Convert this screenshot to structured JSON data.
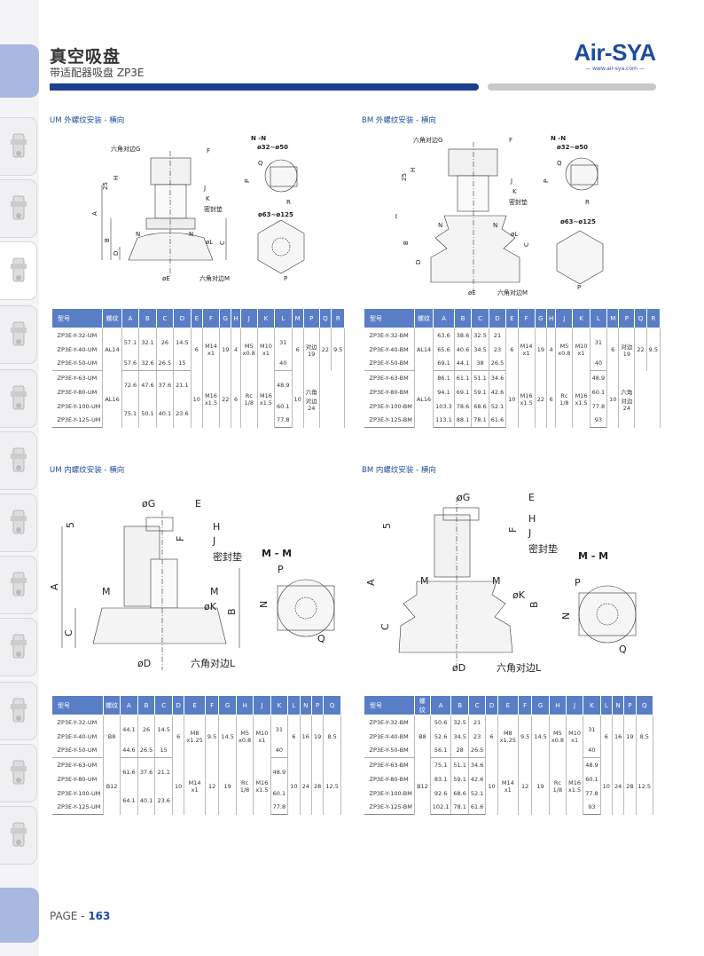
{
  "header": {
    "title": "真空吸盘",
    "subtitle": "带适配器吸盘 ZP3E",
    "logo": "Air-SYA",
    "logo_url": "— www.air-sya.com —"
  },
  "colors": {
    "brand": "#1e4d9b",
    "header_bar": "#1e3f8f",
    "table_header": "#5a7ec6"
  },
  "sidebar_icons": [
    "cylinder-icon",
    "valve-icon",
    "vacuum-pad-icon",
    "fitting-icon",
    "sensor-icon",
    "gripper-icon",
    "ejector-icon",
    "filter-icon",
    "regulator-icon",
    "block-icon",
    "elbow-icon",
    "silencer-icon",
    "manifold-icon"
  ],
  "sections": {
    "um_ext": {
      "title": "UM 外螺纹安装 - 横向"
    },
    "bm_ext": {
      "title": "BM 外螺纹安装 - 横向"
    },
    "um_int": {
      "title": "UM 内螺纹安装 - 横向"
    },
    "bm_int": {
      "title": "BM 内螺纹安装 - 横向"
    }
  },
  "drawing_labels": {
    "hex_g": "六角对边G",
    "f": "F",
    "h": "H",
    "dim25": "25",
    "j": "J",
    "k": "K",
    "seal": "密封垫",
    "a": "A",
    "b": "B",
    "c": "C",
    "d": "D",
    "n": "N",
    "phi_l": "øL",
    "phi_e": "øE",
    "hex_m": "六角对边M",
    "nn": "N -N",
    "range_small": "ø32~ø50",
    "range_large": "ø63~ø125",
    "q": "Q",
    "p": "P",
    "r": "R",
    "phi_g": "øG",
    "e": "E",
    "m": "M",
    "mm": "M - M",
    "phi_k": "øK",
    "phi_d": "øD",
    "hex_l": "六角对边L",
    "dim5": "5"
  },
  "table1": {
    "headers": [
      "型号",
      "螺纹",
      "A",
      "B",
      "C",
      "D",
      "E",
      "F",
      "G",
      "H",
      "J",
      "K",
      "L",
      "M",
      "P",
      "Q",
      "R"
    ],
    "rows": [
      "ZP3E-Y-32-UM",
      "ZP3E-Y-40-UM",
      "ZP3E-Y-50-UM",
      "ZP3E-Y-63-UM",
      "ZP3E-Y-80-UM",
      "ZP3E-Y-100-UM",
      "ZP3E-Y-125-UM"
    ],
    "thread1": "AL14",
    "thread2": "AL16",
    "g1": {
      "abcd1": [
        "57.1",
        "32.1",
        "26",
        "14.5"
      ],
      "abcd3": [
        "57.6",
        "32.6",
        "26.5",
        "15"
      ],
      "e": "6",
      "f": "M14 x1",
      "g": "19",
      "h": "4",
      "j": "M5 x0.8",
      "k": "M10 x1",
      "l1": "31",
      "l3": "40",
      "m": "6",
      "p": "对边 19",
      "q": "22",
      "r": "9.5"
    },
    "g2": {
      "abcd1": [
        "72.6",
        "47.6",
        "37.6",
        "21.1"
      ],
      "abcd3": [
        "75.1",
        "50.1",
        "40.1",
        "23.6"
      ],
      "e": "10",
      "f": "M16 x1.5",
      "g": "22",
      "h": "6",
      "j": "Rc 1/8",
      "k": "M16 x1.5",
      "l": [
        "48.9",
        "60.1",
        "77.8"
      ],
      "m": "10",
      "p": "六角 对边 24"
    }
  },
  "table2": {
    "headers": [
      "型号",
      "螺纹",
      "A",
      "B",
      "C",
      "D",
      "E",
      "F",
      "G",
      "H",
      "J",
      "K",
      "L",
      "M",
      "P",
      "Q",
      "R"
    ],
    "rows": [
      "ZP3E-Y-32-BM",
      "ZP3E-Y-40-BM",
      "ZP3E-Y-50-BM",
      "ZP3E-Y-63-BM",
      "ZP3E-Y-80-BM",
      "ZP3E-Y-100-BM",
      "ZP3E-Y-125-BM"
    ],
    "thread1": "AL14",
    "thread2": "AL16",
    "abcd": [
      [
        "63.6",
        "38.6",
        "32.5",
        "21"
      ],
      [
        "65.6",
        "40.6",
        "34.5",
        "23"
      ],
      [
        "69.1",
        "44.1",
        "38",
        "26.5"
      ],
      [
        "86.1",
        "61.1",
        "51.1",
        "34.6"
      ],
      [
        "94.1",
        "69.1",
        "59.1",
        "42.6"
      ],
      [
        "103.3",
        "78.6",
        "68.6",
        "52.1"
      ],
      [
        "113.1",
        "88.1",
        "78.1",
        "61.6"
      ]
    ],
    "g1": {
      "e": "6",
      "f": "M14 x1",
      "g": "19",
      "h": "4",
      "j": "M5 x0.8",
      "k": "M10 x1",
      "l1": "31",
      "l3": "40",
      "m": "6",
      "p": "对边 19",
      "q": "22",
      "r": "9.5"
    },
    "g2": {
      "e": "10",
      "f": "M16 x1.5",
      "g": "22",
      "h": "6",
      "j": "Rc 1/8",
      "k": "M16 x1.5",
      "l": [
        "48.9",
        "60.1",
        "77.8",
        "93"
      ],
      "m": "10",
      "p": "六角 对边 24"
    }
  },
  "table3": {
    "headers": [
      "型号",
      "螺纹",
      "A",
      "B",
      "C",
      "D",
      "E",
      "F",
      "G",
      "H",
      "J",
      "K",
      "L",
      "N",
      "P",
      "Q"
    ],
    "rows": [
      "ZP3E-Y-32-UM",
      "ZP3E-Y-40-UM",
      "ZP3E-Y-50-UM",
      "ZP3E-Y-63-UM",
      "ZP3E-Y-80-UM",
      "ZP3E-Y-100-UM",
      "ZP3E-Y-125-UM"
    ],
    "thread1": "B8",
    "thread2": "B12",
    "g1": {
      "abc1": [
        "44.1",
        "26",
        "14.5"
      ],
      "abc3": [
        "44.6",
        "26.5",
        "15"
      ],
      "d": "6",
      "e": "M8 x1.25",
      "f": "9.5",
      "g": "14.5",
      "h": "M5 x0.8",
      "j": "M10 x1",
      "k1": "31",
      "k3": "40",
      "l": "6",
      "n": "16",
      "p": "19",
      "q": "8.5"
    },
    "g2": {
      "abc1": [
        "61.6",
        "37.6",
        "21.1"
      ],
      "abc3": [
        "64.1",
        "40.1",
        "23.6"
      ],
      "d": "10",
      "e": "M14 x1",
      "f": "12",
      "g": "19",
      "h": "Rc 1/8",
      "j": "M16 x1.5",
      "k": [
        "48.9",
        "60.1",
        "77.8"
      ],
      "l": "10",
      "n": "24",
      "p": "28",
      "q": "12.5"
    }
  },
  "table4": {
    "headers": [
      "型号",
      "螺纹",
      "A",
      "B",
      "C",
      "D",
      "E",
      "F",
      "G",
      "H",
      "J",
      "K",
      "L",
      "N",
      "P",
      "Q"
    ],
    "rows": [
      "ZP3E-Y-32-BM",
      "ZP3E-Y-40-BM",
      "ZP3E-Y-50-BM",
      "ZP3E-Y-63-BM",
      "ZP3E-Y-80-BM",
      "ZP3E-Y-100-BM",
      "ZP3E-Y-125-BM"
    ],
    "thread1": "B8",
    "thread2": "B12",
    "abc": [
      [
        "50.6",
        "32.5",
        "21"
      ],
      [
        "52.6",
        "34.5",
        "23"
      ],
      [
        "56.1",
        "28",
        "26.5"
      ],
      [
        "75.1",
        "51.1",
        "34.6"
      ],
      [
        "83.1",
        "59.1",
        "42.6"
      ],
      [
        "92.6",
        "68.6",
        "52.1"
      ],
      [
        "102.1",
        "78.1",
        "61.6"
      ]
    ],
    "g1": {
      "d": "6",
      "e": "M8 x1.25",
      "f": "9.5",
      "g": "14.5",
      "h": "M5 x0.8",
      "j": "M10 x1",
      "k1": "31",
      "k3": "40",
      "l": "6",
      "n": "16",
      "p": "19",
      "q": "8.5"
    },
    "g2": {
      "d": "10",
      "e": "M14 x1",
      "f": "12",
      "g": "19",
      "h": "Rc 1/8",
      "j": "M16 x1.5",
      "k": [
        "48.9",
        "60.1",
        "77.8",
        "93"
      ],
      "l": "10",
      "n": "24",
      "p": "28",
      "q": "12.5"
    }
  },
  "footer": {
    "page_label": "PAGE - ",
    "page_number": "163"
  }
}
